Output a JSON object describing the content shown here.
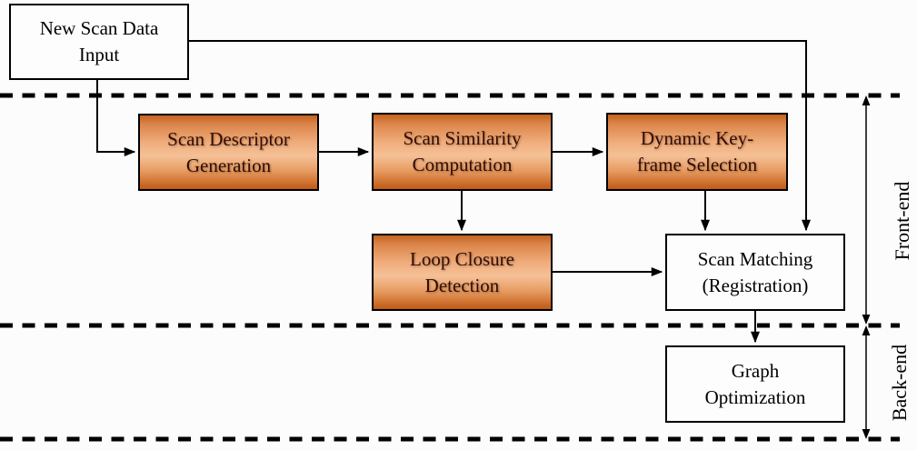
{
  "diagram": {
    "nodes": [
      {
        "id": "new-scan-data-input",
        "style": "white",
        "line1": "New Scan Data",
        "line2": "Input"
      },
      {
        "id": "scan-descriptor-generation",
        "style": "orange",
        "line1": "Scan Descriptor",
        "line2": "Generation"
      },
      {
        "id": "scan-similarity-computation",
        "style": "orange",
        "line1": "Scan Similarity",
        "line2": "Computation"
      },
      {
        "id": "dynamic-keyframe-selection",
        "style": "orange",
        "line1": "Dynamic Key-",
        "line2": "frame Selection"
      },
      {
        "id": "loop-closure-detection",
        "style": "orange",
        "line1": "Loop Closure",
        "line2": "Detection"
      },
      {
        "id": "scan-matching-registration",
        "style": "white",
        "line1": "Scan Matching",
        "line2": "(Registration)"
      },
      {
        "id": "graph-optimization",
        "style": "white",
        "line1": "Graph",
        "line2": "Optimization"
      }
    ],
    "sections": {
      "front_end": "Front-end",
      "back_end": "Back-end"
    },
    "colors": {
      "orange_box_top": "#c4621f",
      "orange_box_mid": "#f5c096",
      "orange_box_bottom": "#bd5a18",
      "orange_box_text": "#300e02",
      "white_box_fill": "#fdfdfd",
      "line_color": "#000000",
      "background": "#fcfcfc"
    }
  }
}
